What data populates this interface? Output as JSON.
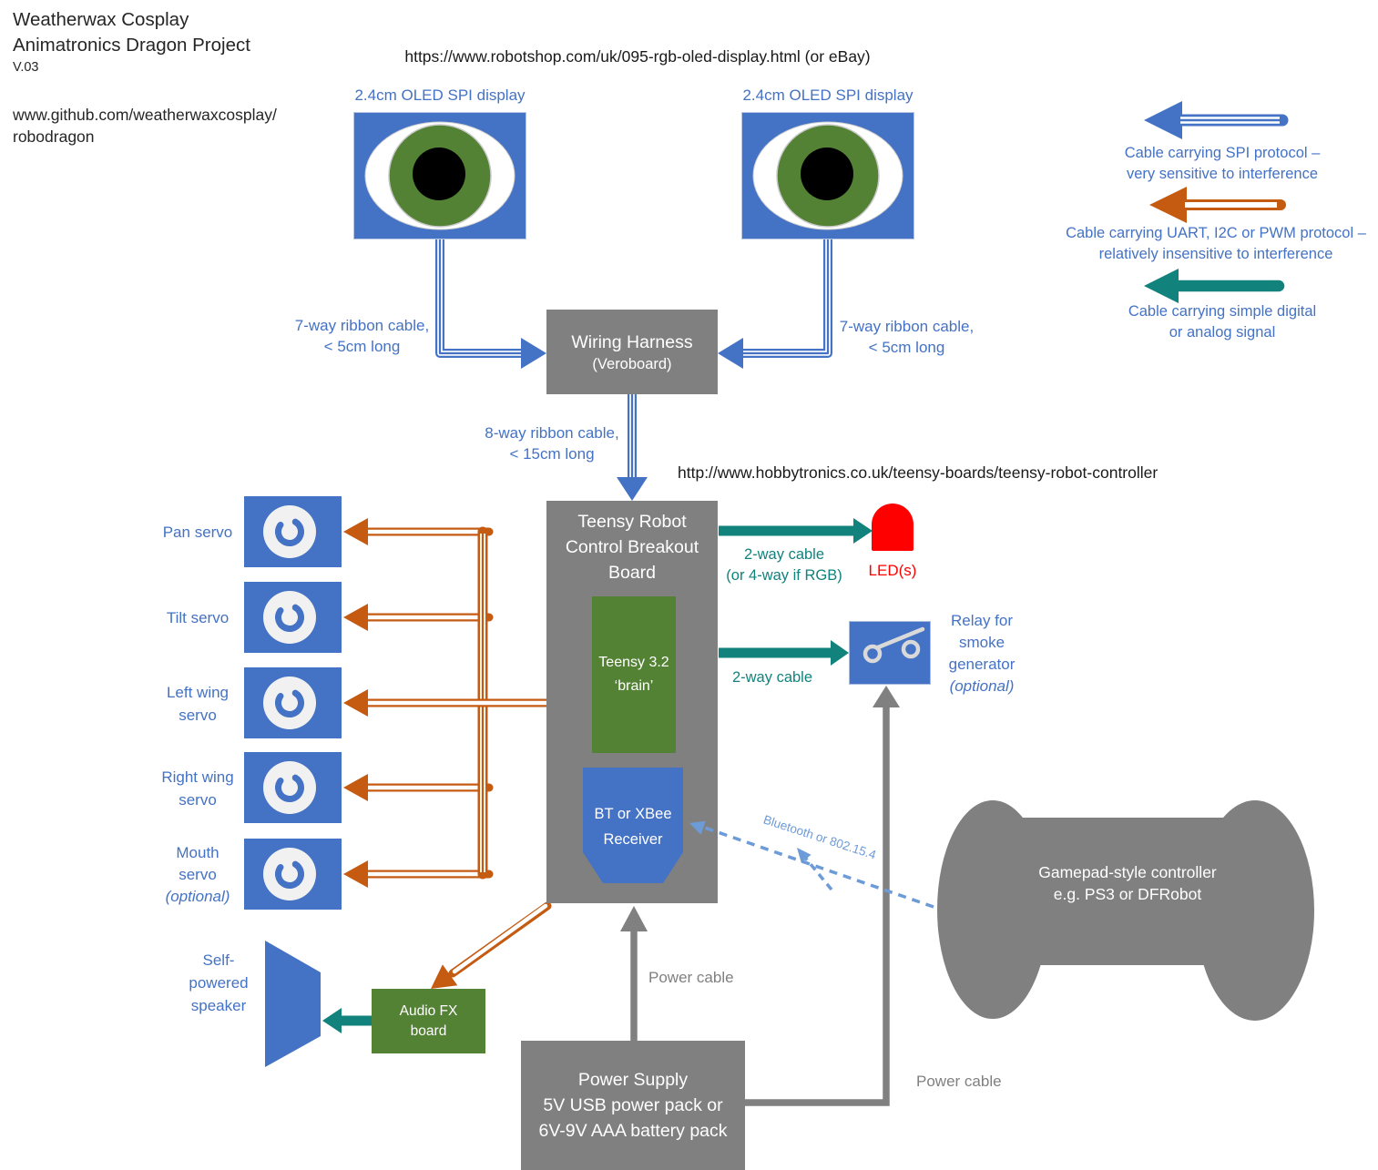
{
  "header": {
    "title_line1": "Weatherwax Cosplay",
    "title_line2": "Animatronics Dragon Project",
    "version": "V.03",
    "repo_line1": "www.github.com/weatherwaxcosplay/",
    "repo_line2": "robodragon"
  },
  "links": {
    "robotshop": "https://www.robotshop.com/uk/095-rgb-oled-display.html (or eBay)",
    "hobbytronics": "http://www.hobbytronics.co.uk/teensy-boards/teensy-robot-controller"
  },
  "oled": {
    "label_left": "2.4cm OLED SPI display",
    "label_right": "2.4cm OLED SPI display"
  },
  "legend": {
    "spi": {
      "line1": "Cable carrying SPI protocol –",
      "line2": "very sensitive to interference"
    },
    "uart": {
      "line1": "Cable carrying UART, I2C or PWM protocol –",
      "line2": "relatively insensitive to interference"
    },
    "digital": {
      "line1": "Cable carrying simple digital",
      "line2": "or analog signal"
    }
  },
  "harness": {
    "title": "Wiring Harness",
    "subtitle": "(Veroboard)"
  },
  "cables": {
    "ribbon7_left": {
      "line1": "7-way ribbon cable,",
      "line2": "< 5cm long"
    },
    "ribbon7_right": {
      "line1": "7-way ribbon cable,",
      "line2": "< 5cm long"
    },
    "ribbon8": {
      "line1": "8-way ribbon cable,",
      "line2": "< 15cm long"
    },
    "led_cable": {
      "line1": "2-way cable",
      "line2": "(or 4-way if RGB)"
    },
    "relay_cable": {
      "line1": "2-way cable"
    },
    "power_cable_main": "Power cable",
    "power_cable_relay": "Power cable",
    "bluetooth": "Bluetooth or 802.15.4"
  },
  "board": {
    "title_line1": "Teensy Robot",
    "title_line2": "Control Breakout",
    "title_line3": "Board",
    "teensy_line1": "Teensy 3.2",
    "teensy_line2": "‘brain’",
    "receiver_line1": "BT or XBee",
    "receiver_line2": "Receiver"
  },
  "servos": [
    {
      "line1": "Pan servo"
    },
    {
      "line1": "Tilt servo"
    },
    {
      "line1": "Left wing",
      "line2": "servo"
    },
    {
      "line1": "Right wing",
      "line2": "servo"
    },
    {
      "line1": "Mouth",
      "line2": "servo",
      "line3": "(optional)"
    }
  ],
  "led": {
    "label": "LED(s)"
  },
  "relay": {
    "line1": "Relay for",
    "line2": "smoke",
    "line3": "generator",
    "line4": "(optional)"
  },
  "gamepad": {
    "line1": "Gamepad-style controller",
    "line2": "e.g. PS3 or DFRobot"
  },
  "speaker": {
    "line1": "Self-",
    "line2": "powered",
    "line3": "speaker"
  },
  "audio": {
    "line1": "Audio FX",
    "line2": "board"
  },
  "power_supply": {
    "line1": "Power Supply",
    "line2": "5V USB power pack or",
    "line3": "6V-9V AAA battery pack"
  },
  "colors": {
    "blue": "#4472C4",
    "orange": "#C55A11",
    "teal": "#12827C",
    "green": "#548235",
    "gray": "#808080",
    "red": "#FF0000",
    "light_blue": "#6C9BD8",
    "text_black": "#262626"
  }
}
